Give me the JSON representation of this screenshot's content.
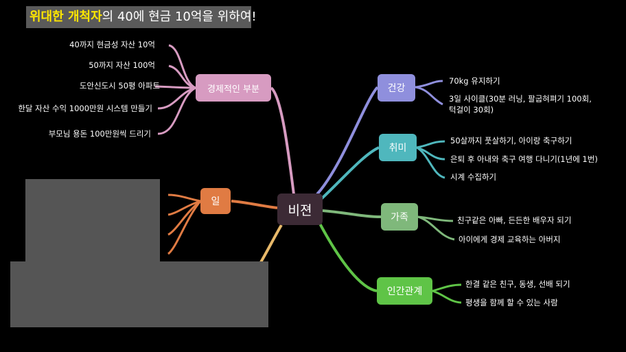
{
  "title": {
    "part1": "위대한 개척자",
    "part2": "의 40에 현금 10억을 위하여!"
  },
  "center": {
    "label": "비젼",
    "color": "#3c2a35"
  },
  "branches": {
    "economic": {
      "label": "경제적인 부분",
      "color": "#d79bc1",
      "items": [
        "40까지 현금성 자산 10억",
        "50까지 자산 100억",
        "도안신도시 50평 아파트",
        "한달 자산 수익 1000만원 시스템 만들기",
        "부모님 용돈 100만원씩 드리기"
      ]
    },
    "work": {
      "label": "일",
      "color": "#e07b43"
    },
    "health": {
      "label": "건강",
      "color": "#8f8fdd",
      "items": [
        "70kg 유지하기",
        "3일 사이클(30분 러닝, 팔굽혀펴기 100회,",
        "턱걸이 30회)"
      ]
    },
    "hobby": {
      "label": "취미",
      "color": "#4fb7bd",
      "items": [
        "50살까지 풋살하기, 아이랑 축구하기",
        "은퇴 후 아내와 축구 여행 다니기(1년에 1번)",
        "시계 수집하기"
      ]
    },
    "family": {
      "label": "가족",
      "color": "#7fb87b",
      "items": [
        "친구같은 아빠, 든든한 배우자 되기",
        "아이에게 경제 교육하는 아버지"
      ]
    },
    "relations": {
      "label": "인간관계",
      "color": "#5fc447",
      "items": [
        "한결 같은 친구, 동생, 선배 되기",
        "평생을 함께 할 수 있는 사람"
      ]
    }
  },
  "colors": {
    "background": "#000000",
    "hidden_branch": "#e8b96a",
    "redaction": "#555555"
  }
}
